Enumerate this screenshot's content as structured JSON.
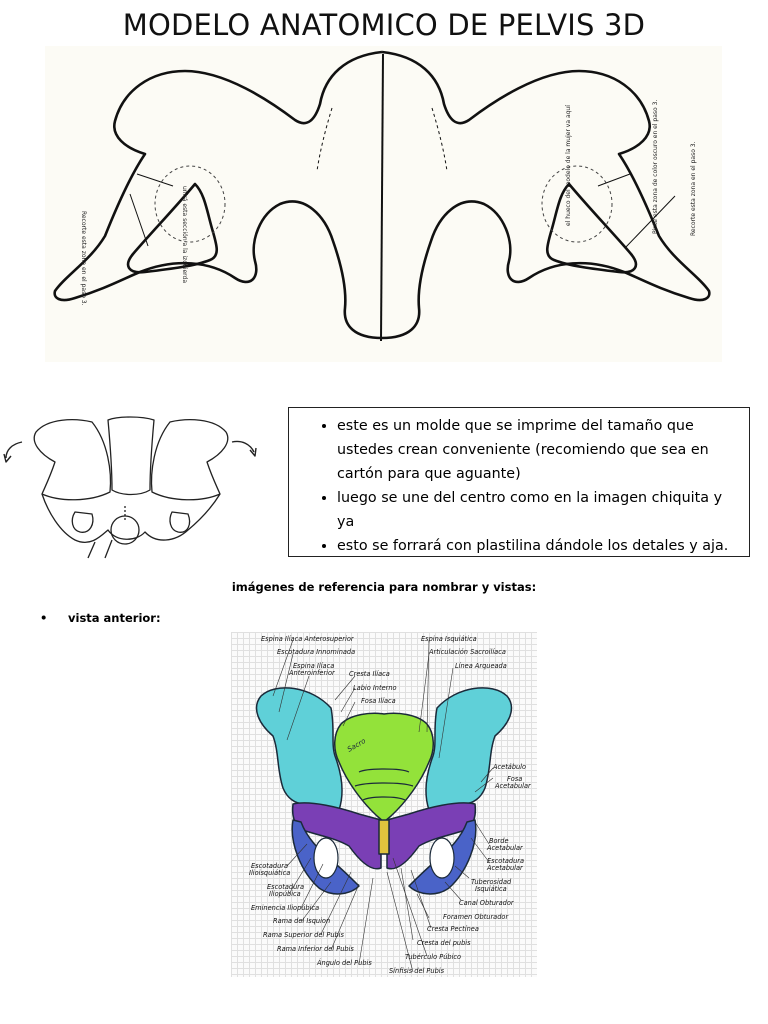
{
  "title": "MODELO ANATOMICO DE PELVIS 3D",
  "template": {
    "left_note": "Recorte esta zona en el paso 3.",
    "left_hole_note": "unirá esta sección a la izquierda",
    "right_note": "Recorte esta zona en el paso 3.",
    "right_hole_note": "el hueco del modelo de la mujer va aquí",
    "right_area_note": "Pinte esta zona de color oscuro en el paso 3."
  },
  "instructions": [
    "este es un molde que se imprime del tamaño que ustedes crean conveniente (recomiendo que sea en cartón para que aguante)",
    "luego se une del centro como en la imagen chiquita y ya",
    "esto se forrará con plastilina dándole los detales y aja."
  ],
  "reference_heading": "imágenes de referencia para nombrar y vistas:",
  "view_label": "vista anterior:",
  "figure_labels": {
    "l1": "Espina Ilíaca Anterosuperior",
    "l2": "Escotadura Innominada",
    "l3": "Espina Ilíaca",
    "l3b": "Anteroinferior",
    "l4": "Cresta Ilíaca",
    "l5": "Labio Interno",
    "l6": "Fosa Ilíaca",
    "r1": "Espina Isquiática",
    "r2": "Articulación Sacroilíaca",
    "r3": "Línea Arqueada",
    "r4": "Acetábulo",
    "r5": "Fosa",
    "r5b": "Acetabular",
    "r6": "Borde",
    "r6b": "Acetabular",
    "r7": "Escotadura",
    "r7b": "Acetabular",
    "r8": "Tuberosidad",
    "r8b": "Isquiática",
    "r9": "Canal Obturador",
    "r10": "Foramen Obturador",
    "b1": "Escotadura",
    "b1b": "Ilioisquiática",
    "b2": "Escotadura",
    "b2b": "Iliopúbica",
    "b3": "Eminencia Iliopúbica",
    "b4": "Rama del Isquion",
    "b5": "Rama Superior del Pubis",
    "b6": "Rama Inferior del Pubis",
    "b7": "Ángulo del Pubis",
    "b8": "Sínfisis del Pubis",
    "b9": "Tubérculo Púbico",
    "b10": "Cresta del pubis",
    "b11": "Cresta Pectínea",
    "sacrum": "Sacro"
  },
  "colors": {
    "ilium": "#5fd0d8",
    "sacrum": "#93e23a",
    "pubis": "#7a3fb5",
    "ischium": "#4a63c8",
    "symphysis": "#e0c33d"
  }
}
